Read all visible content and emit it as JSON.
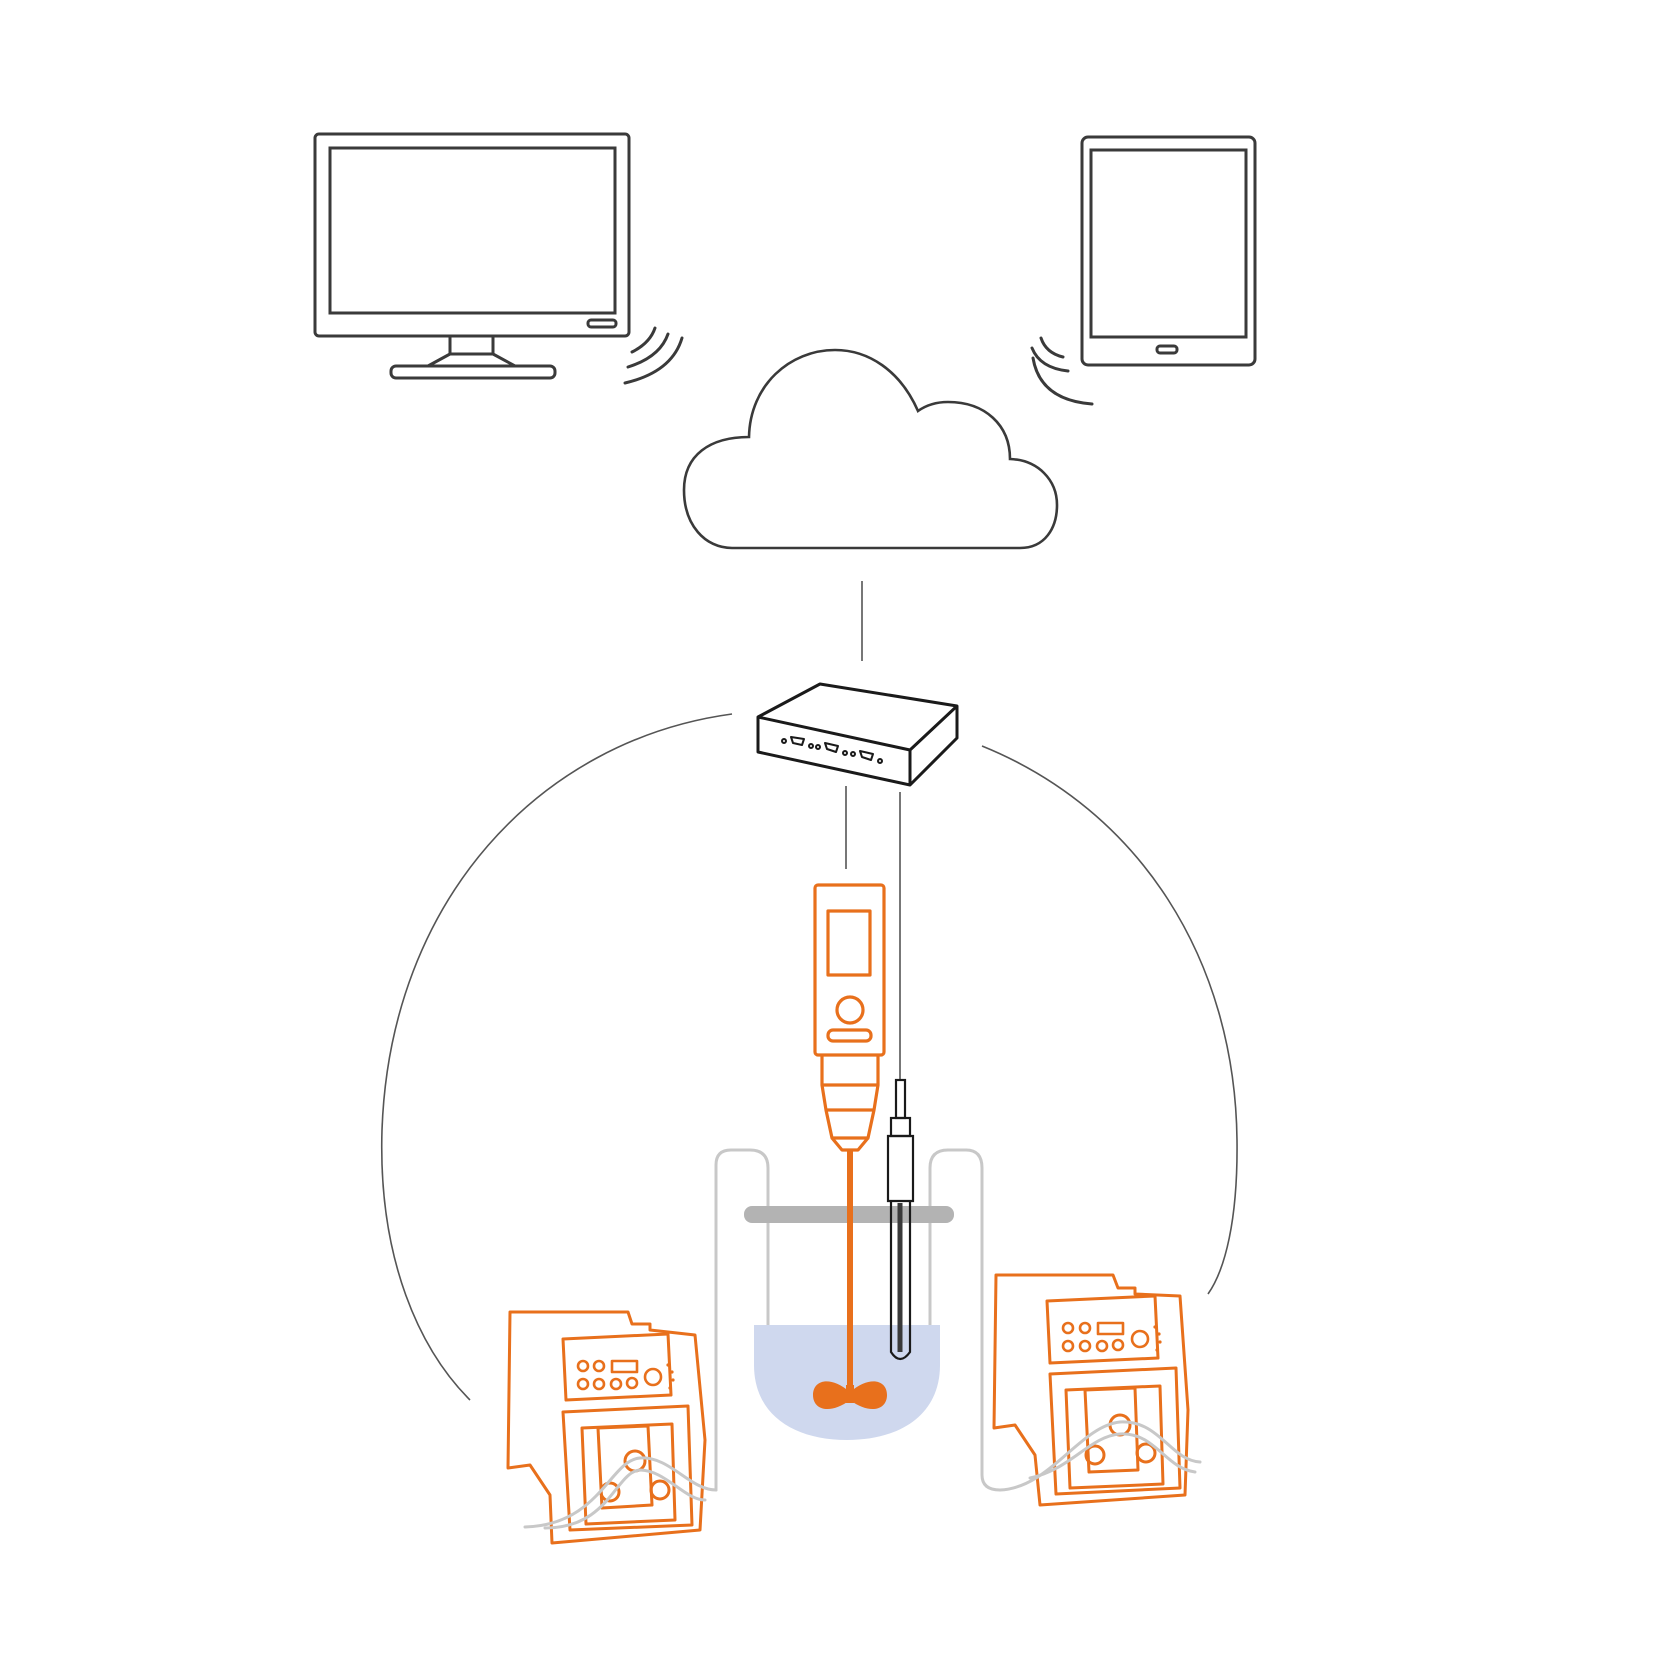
{
  "diagram": {
    "nodes": [
      {
        "id": "monitor",
        "icon": "monitor-icon",
        "wireless": true
      },
      {
        "id": "tablet",
        "icon": "tablet-icon",
        "wireless": true
      },
      {
        "id": "cloud",
        "icon": "cloud-icon"
      },
      {
        "id": "gateway",
        "icon": "gateway-box-icon"
      },
      {
        "id": "overhead-stirrer",
        "icon": "overhead-stirrer-icon"
      },
      {
        "id": "ph-probe",
        "icon": "probe-icon"
      },
      {
        "id": "vessel",
        "icon": "beaker-icon"
      },
      {
        "id": "pump-left",
        "icon": "peristaltic-pump-icon"
      },
      {
        "id": "pump-right",
        "icon": "peristaltic-pump-icon"
      }
    ],
    "edges": [
      {
        "from": "cloud",
        "to": "gateway"
      },
      {
        "from": "gateway",
        "to": "overhead-stirrer"
      },
      {
        "from": "gateway",
        "to": "ph-probe"
      },
      {
        "from": "gateway",
        "to": "pump-left"
      },
      {
        "from": "gateway",
        "to": "pump-right"
      },
      {
        "from": "pump-left",
        "to": "vessel"
      },
      {
        "from": "pump-right",
        "to": "vessel"
      }
    ]
  },
  "colors": {
    "line_dark": "#3a3a3a",
    "line_thin": "#555555",
    "accent_orange": "#e8701c",
    "tube_grey": "#c8c8c8",
    "liquid": "#cfd8ee",
    "lid_grey": "#b3b3b3"
  }
}
